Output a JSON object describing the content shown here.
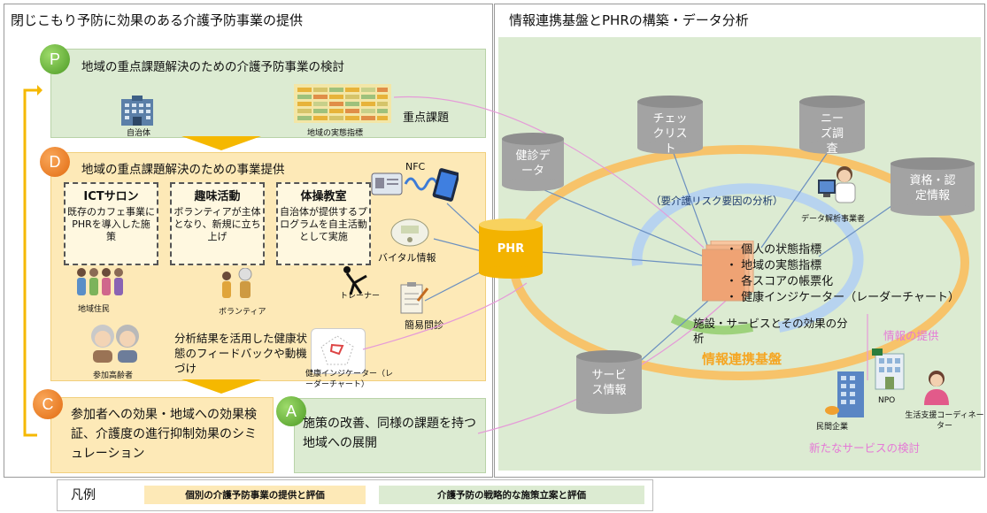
{
  "left_panel": {
    "title": "閉じこもり予防に効果のある介護予防事業の提供",
    "p_section": {
      "badge": "P",
      "heading": "地域の重点課題解決のための介護予防事業の検討",
      "municipality_label": "自治体",
      "indicator_label": "地域の実態指標",
      "focus_label": "重点課題"
    },
    "d_section": {
      "badge": "D",
      "heading": "地域の重点課題解決のための事業提供",
      "boxes": [
        {
          "title": "ICTサロン",
          "body": "既存のカフェ事業にPHRを導入した施策"
        },
        {
          "title": "趣味活動",
          "body": "ボランティアが主体となり、新規に立ち上げ"
        },
        {
          "title": "体操教室",
          "body": "自治体が提供するプログラムを自主活動として実施"
        }
      ],
      "nfc_label": "NFC",
      "vital_label": "バイタル情報",
      "trainer_label": "トレーナー",
      "simple_interview_label": "簡易問診",
      "residents_label": "地域住民",
      "volunteer_label": "ボランティア",
      "elderly_label": "参加高齢者",
      "feedback_text": "分析結果を活用した健康状態のフィードバックや動機づけ",
      "health_indicator_label": "健康インジケーター（レーダーチャート）"
    },
    "c_section": {
      "badge": "C",
      "text": "参加者への効果・地域への効果検証、介護度の進行抑制効果のシミュレーション"
    },
    "a_section": {
      "badge": "A",
      "text": "施策の改善、同様の課題を持つ地域への展開"
    }
  },
  "right_panel": {
    "title": "情報連携基盤とPHRの構築・データ分析",
    "databases": {
      "checkup": "健診データ",
      "checklist": "チェックリスト",
      "needs": "ニーズ調査",
      "qualification": "資格・認定情報",
      "service": "サービス情報"
    },
    "phr_label": "PHR",
    "risk_analysis": "（要介護リスク要因の分析）",
    "analyst_label": "データ解析事業者",
    "outputs": [
      "個人の状態指標",
      "地域の実態指標",
      "各スコアの帳票化",
      "健康インジケーター（レーダーチャート）"
    ],
    "facility_analysis": "施設・サービスとその効果の分析",
    "platform_label": "情報連携基盤",
    "info_provision": "情報の提供",
    "npo_label": "NPO",
    "company_label": "民間企業",
    "coordinator_label": "生活支援コーディネーター",
    "new_service": "新たなサービスの検討"
  },
  "legend": {
    "title": "凡例",
    "item1": "個別の介護予防事業の提供と評価",
    "item2": "介護予防の戦略的な施策立案と評価"
  },
  "colors": {
    "green_fill": "#dcebd2",
    "orange_fill": "#fde9b7",
    "accent_orange": "#f5a623",
    "pink_text": "#e57ad6",
    "cylinder_gray": "#a3a3a3"
  }
}
